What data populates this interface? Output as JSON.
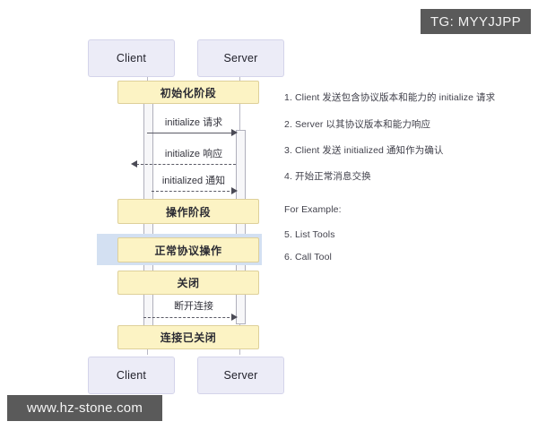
{
  "badge": {
    "label": "TG: MYYJJPP"
  },
  "watermark": {
    "label": "www.hz-stone.com"
  },
  "diagram": {
    "participants": {
      "client_top": "Client",
      "server_top": "Server",
      "client_bottom": "Client",
      "server_bottom": "Server"
    },
    "phases": [
      {
        "label": "初始化阶段"
      },
      {
        "label": "操作阶段"
      },
      {
        "label": "正常协议操作"
      },
      {
        "label": "关闭"
      },
      {
        "label": "连接已关闭"
      }
    ],
    "messages": [
      {
        "label": "initialize 请求",
        "direction": "right",
        "style": "solid"
      },
      {
        "label": "initialize 响应",
        "direction": "left",
        "style": "dashed"
      },
      {
        "label": "initialized 通知",
        "direction": "right",
        "style": "dashed"
      },
      {
        "label": "断开连接",
        "direction": "right",
        "style": "dashed"
      }
    ]
  },
  "notes": {
    "steps": [
      "1. Client 发送包含协议版本和能力的 initialize 请求",
      "2. Server 以其协议版本和能力响应",
      "3. Client 发送 initialized 通知作为确认",
      "4. 开始正常消息交换"
    ],
    "example_heading": "For Example:",
    "examples": [
      "5. List Tools",
      "6.  Call Tool"
    ]
  },
  "colors": {
    "actor_fill": "#ececf7",
    "phase_fill": "#fcf3c4",
    "phase_border": "#ded09a",
    "highlight_band": "#d3e0f2",
    "line": "#5b5b66",
    "badge_bg": "#5a5a5a"
  }
}
